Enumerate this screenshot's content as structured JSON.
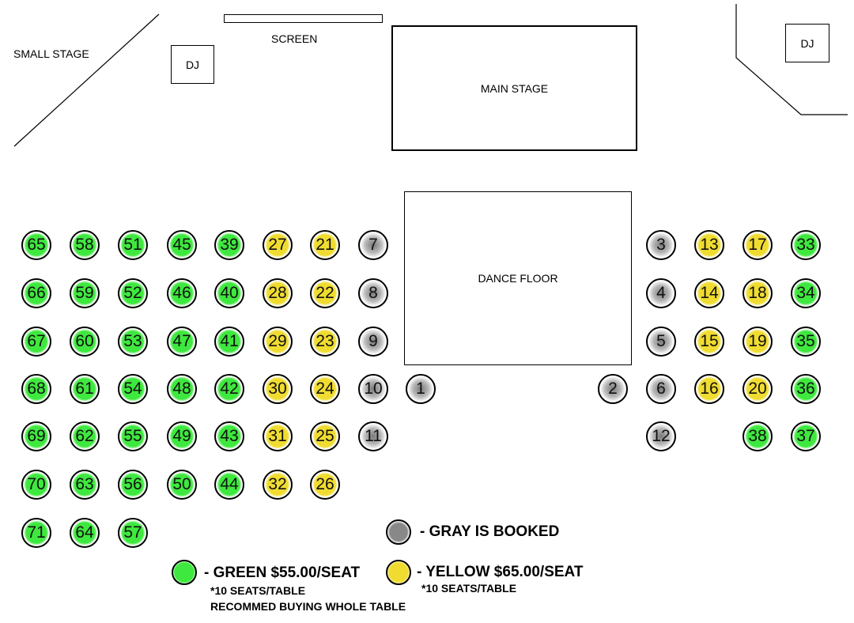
{
  "labels": {
    "small_stage": "SMALL STAGE",
    "screen": "SCREEN",
    "dj_left": "DJ",
    "dj_right": "DJ",
    "main_stage": "MAIN STAGE",
    "dance_floor": "DANCE FLOOR"
  },
  "colors": {
    "green": "#3ee83e",
    "yellow": "#f0dc30",
    "gray": "#8a8a8a"
  },
  "tables": [
    {
      "n": "65",
      "s": "green"
    },
    {
      "n": "66",
      "s": "green"
    },
    {
      "n": "67",
      "s": "green"
    },
    {
      "n": "68",
      "s": "green"
    },
    {
      "n": "69",
      "s": "green"
    },
    {
      "n": "70",
      "s": "green"
    },
    {
      "n": "71",
      "s": "green"
    },
    {
      "n": "58",
      "s": "green"
    },
    {
      "n": "59",
      "s": "green"
    },
    {
      "n": "60",
      "s": "green"
    },
    {
      "n": "61",
      "s": "green"
    },
    {
      "n": "62",
      "s": "green"
    },
    {
      "n": "63",
      "s": "green"
    },
    {
      "n": "64",
      "s": "green"
    },
    {
      "n": "51",
      "s": "green"
    },
    {
      "n": "52",
      "s": "green"
    },
    {
      "n": "53",
      "s": "green"
    },
    {
      "n": "54",
      "s": "green"
    },
    {
      "n": "55",
      "s": "green"
    },
    {
      "n": "56",
      "s": "green"
    },
    {
      "n": "57",
      "s": "green"
    },
    {
      "n": "45",
      "s": "green"
    },
    {
      "n": "46",
      "s": "green"
    },
    {
      "n": "47",
      "s": "green"
    },
    {
      "n": "48",
      "s": "green"
    },
    {
      "n": "49",
      "s": "green"
    },
    {
      "n": "50",
      "s": "green"
    },
    {
      "n": "39",
      "s": "green"
    },
    {
      "n": "40",
      "s": "green"
    },
    {
      "n": "41",
      "s": "green"
    },
    {
      "n": "42",
      "s": "green"
    },
    {
      "n": "43",
      "s": "green"
    },
    {
      "n": "44",
      "s": "green"
    },
    {
      "n": "27",
      "s": "yellow"
    },
    {
      "n": "28",
      "s": "yellow"
    },
    {
      "n": "29",
      "s": "yellow"
    },
    {
      "n": "30",
      "s": "yellow"
    },
    {
      "n": "31",
      "s": "yellow"
    },
    {
      "n": "32",
      "s": "yellow"
    },
    {
      "n": "21",
      "s": "yellow"
    },
    {
      "n": "22",
      "s": "yellow"
    },
    {
      "n": "23",
      "s": "yellow"
    },
    {
      "n": "24",
      "s": "yellow"
    },
    {
      "n": "25",
      "s": "yellow"
    },
    {
      "n": "26",
      "s": "yellow"
    },
    {
      "n": "7",
      "s": "gray"
    },
    {
      "n": "8",
      "s": "gray"
    },
    {
      "n": "9",
      "s": "gray"
    },
    {
      "n": "10",
      "s": "gray"
    },
    {
      "n": "11",
      "s": "gray"
    },
    {
      "n": "1",
      "s": "gray"
    },
    {
      "n": "2",
      "s": "gray"
    },
    {
      "n": "3",
      "s": "gray"
    },
    {
      "n": "4",
      "s": "gray"
    },
    {
      "n": "5",
      "s": "gray"
    },
    {
      "n": "6",
      "s": "gray"
    },
    {
      "n": "12",
      "s": "gray"
    },
    {
      "n": "13",
      "s": "yellow"
    },
    {
      "n": "14",
      "s": "yellow"
    },
    {
      "n": "15",
      "s": "yellow"
    },
    {
      "n": "16",
      "s": "yellow"
    },
    {
      "n": "17",
      "s": "yellow"
    },
    {
      "n": "18",
      "s": "yellow"
    },
    {
      "n": "19",
      "s": "yellow"
    },
    {
      "n": "20",
      "s": "yellow"
    },
    {
      "n": "38",
      "s": "green"
    },
    {
      "n": "33",
      "s": "green"
    },
    {
      "n": "34",
      "s": "green"
    },
    {
      "n": "35",
      "s": "green"
    },
    {
      "n": "36",
      "s": "green"
    },
    {
      "n": "37",
      "s": "green"
    }
  ],
  "legend": {
    "gray": "- GRAY IS BOOKED",
    "green": "- GREEN $55.00/SEAT",
    "green_note1": "*10 SEATS/TABLE",
    "green_note2": "RECOMMED BUYING WHOLE TABLE",
    "yellow": "- YELLOW $65.00/SEAT",
    "yellow_note": "*10 SEATS/TABLE"
  }
}
